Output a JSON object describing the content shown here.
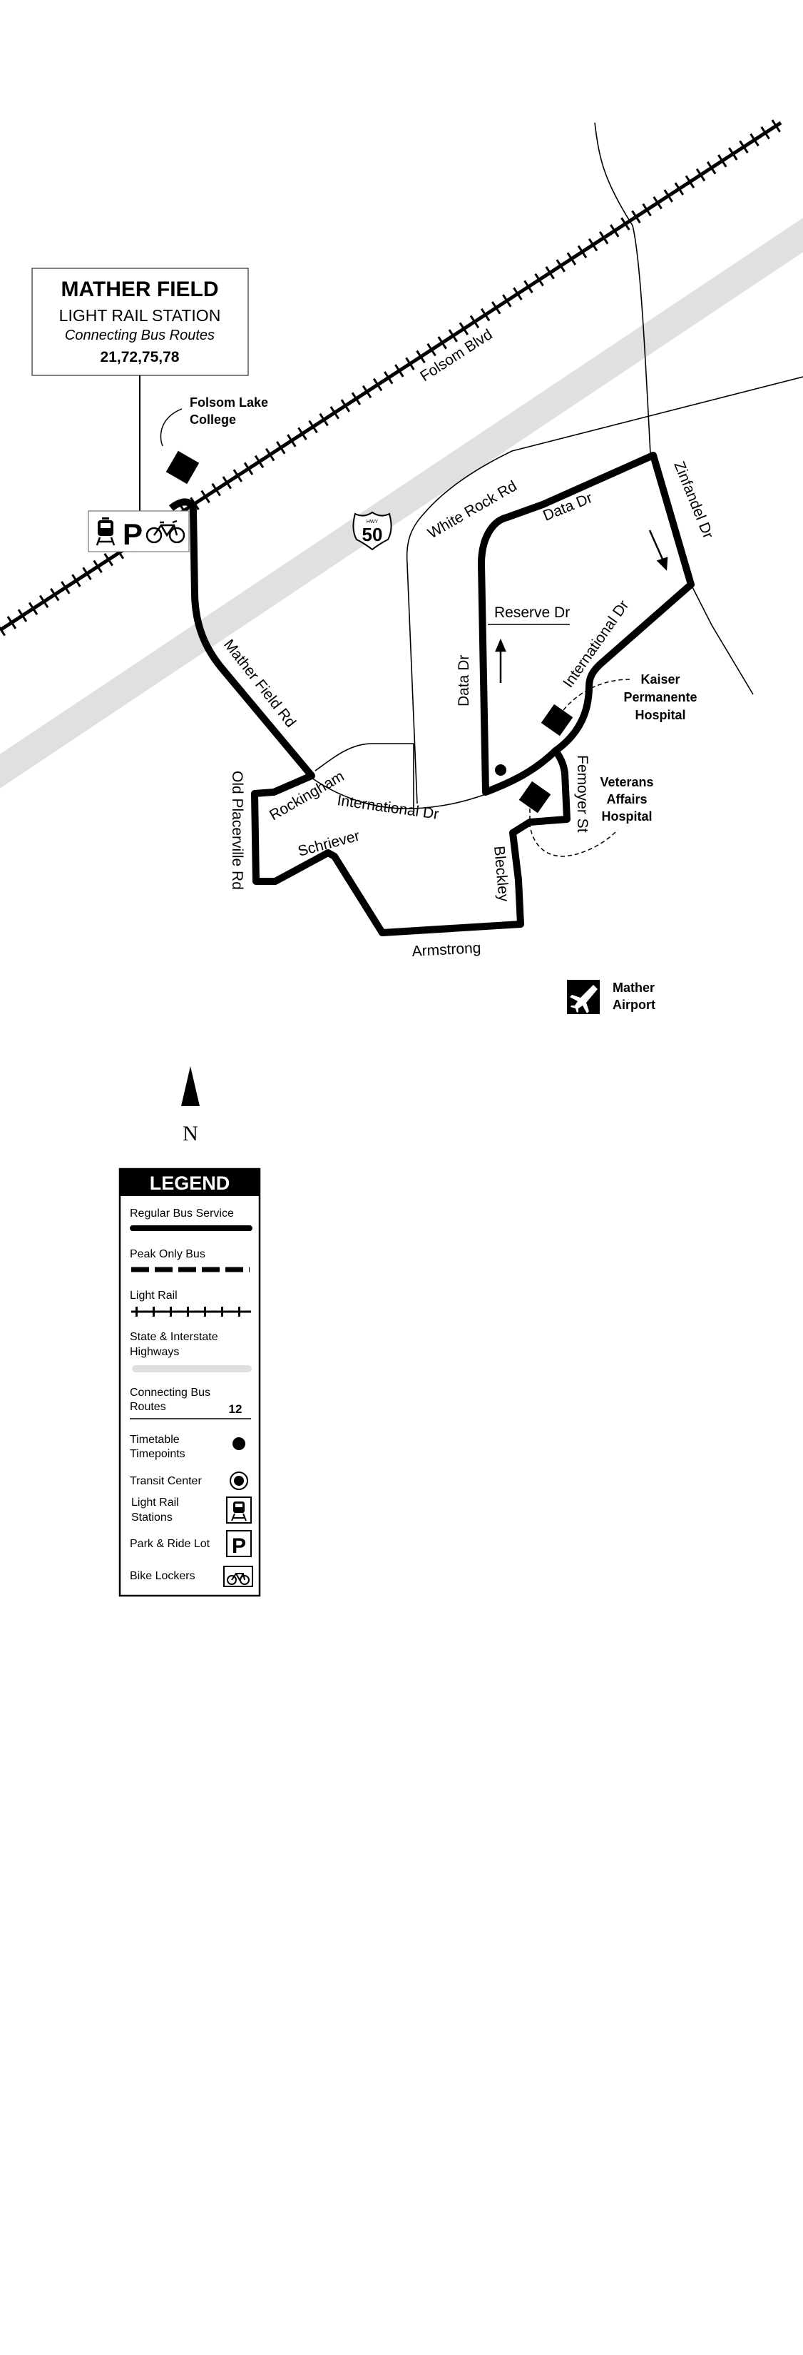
{
  "station": {
    "title": "MATHER FIELD",
    "subtitle": "LIGHT RAIL STATION",
    "connecting_label": "Connecting Bus Routes",
    "routes": "21,72,75,78",
    "amenity_icons": [
      "light-rail-icon",
      "park-and-ride-icon",
      "bike-locker-icon"
    ]
  },
  "landmarks": {
    "folsom_lake_college": [
      "Folsom Lake",
      "College"
    ],
    "kaiser": [
      "Kaiser",
      "Permanente",
      "Hospital"
    ],
    "veterans": [
      "Veterans",
      "Affairs",
      "Hospital"
    ],
    "airport": [
      "Mather",
      "Airport"
    ]
  },
  "highway_shield": {
    "top": "HWY",
    "number": "50"
  },
  "streets": {
    "folsom_blvd": "Folsom Blvd",
    "white_rock_rd": "White Rock Rd",
    "data_dr_top": "Data Dr",
    "zinfandel_dr": "Zinfandel Dr",
    "reserve_dr": "Reserve Dr",
    "international_dr_east": "International Dr",
    "data_dr_west": "Data Dr",
    "mather_field_rd": "Mather Field Rd",
    "rockingham": "Rockingham",
    "international_dr_south": "International Dr",
    "schriever": "Schriever",
    "old_placerville_rd": "Old Placerville Rd",
    "bleckley": "Bleckley",
    "femoyer_st": "Femoyer St",
    "armstrong": "Armstrong"
  },
  "north_label": "N",
  "legend": {
    "title": "LEGEND",
    "regular_bus": "Regular Bus Service",
    "peak_bus": "Peak Only Bus",
    "light_rail": "Light Rail",
    "highways": [
      "State & Interstate",
      "Highways"
    ],
    "connecting": [
      "Connecting Bus",
      "Routes"
    ],
    "connecting_example": "12",
    "timepoints": [
      "Timetable",
      "Timepoints"
    ],
    "transit_center": "Transit Center",
    "lr_stations": [
      "Light Rail",
      "Stations"
    ],
    "park_ride": "Park & Ride Lot",
    "park_symbol": "P",
    "bike_lockers": "Bike Lockers"
  },
  "colors": {
    "route": "#000000",
    "highway": "#e0e0e0"
  }
}
